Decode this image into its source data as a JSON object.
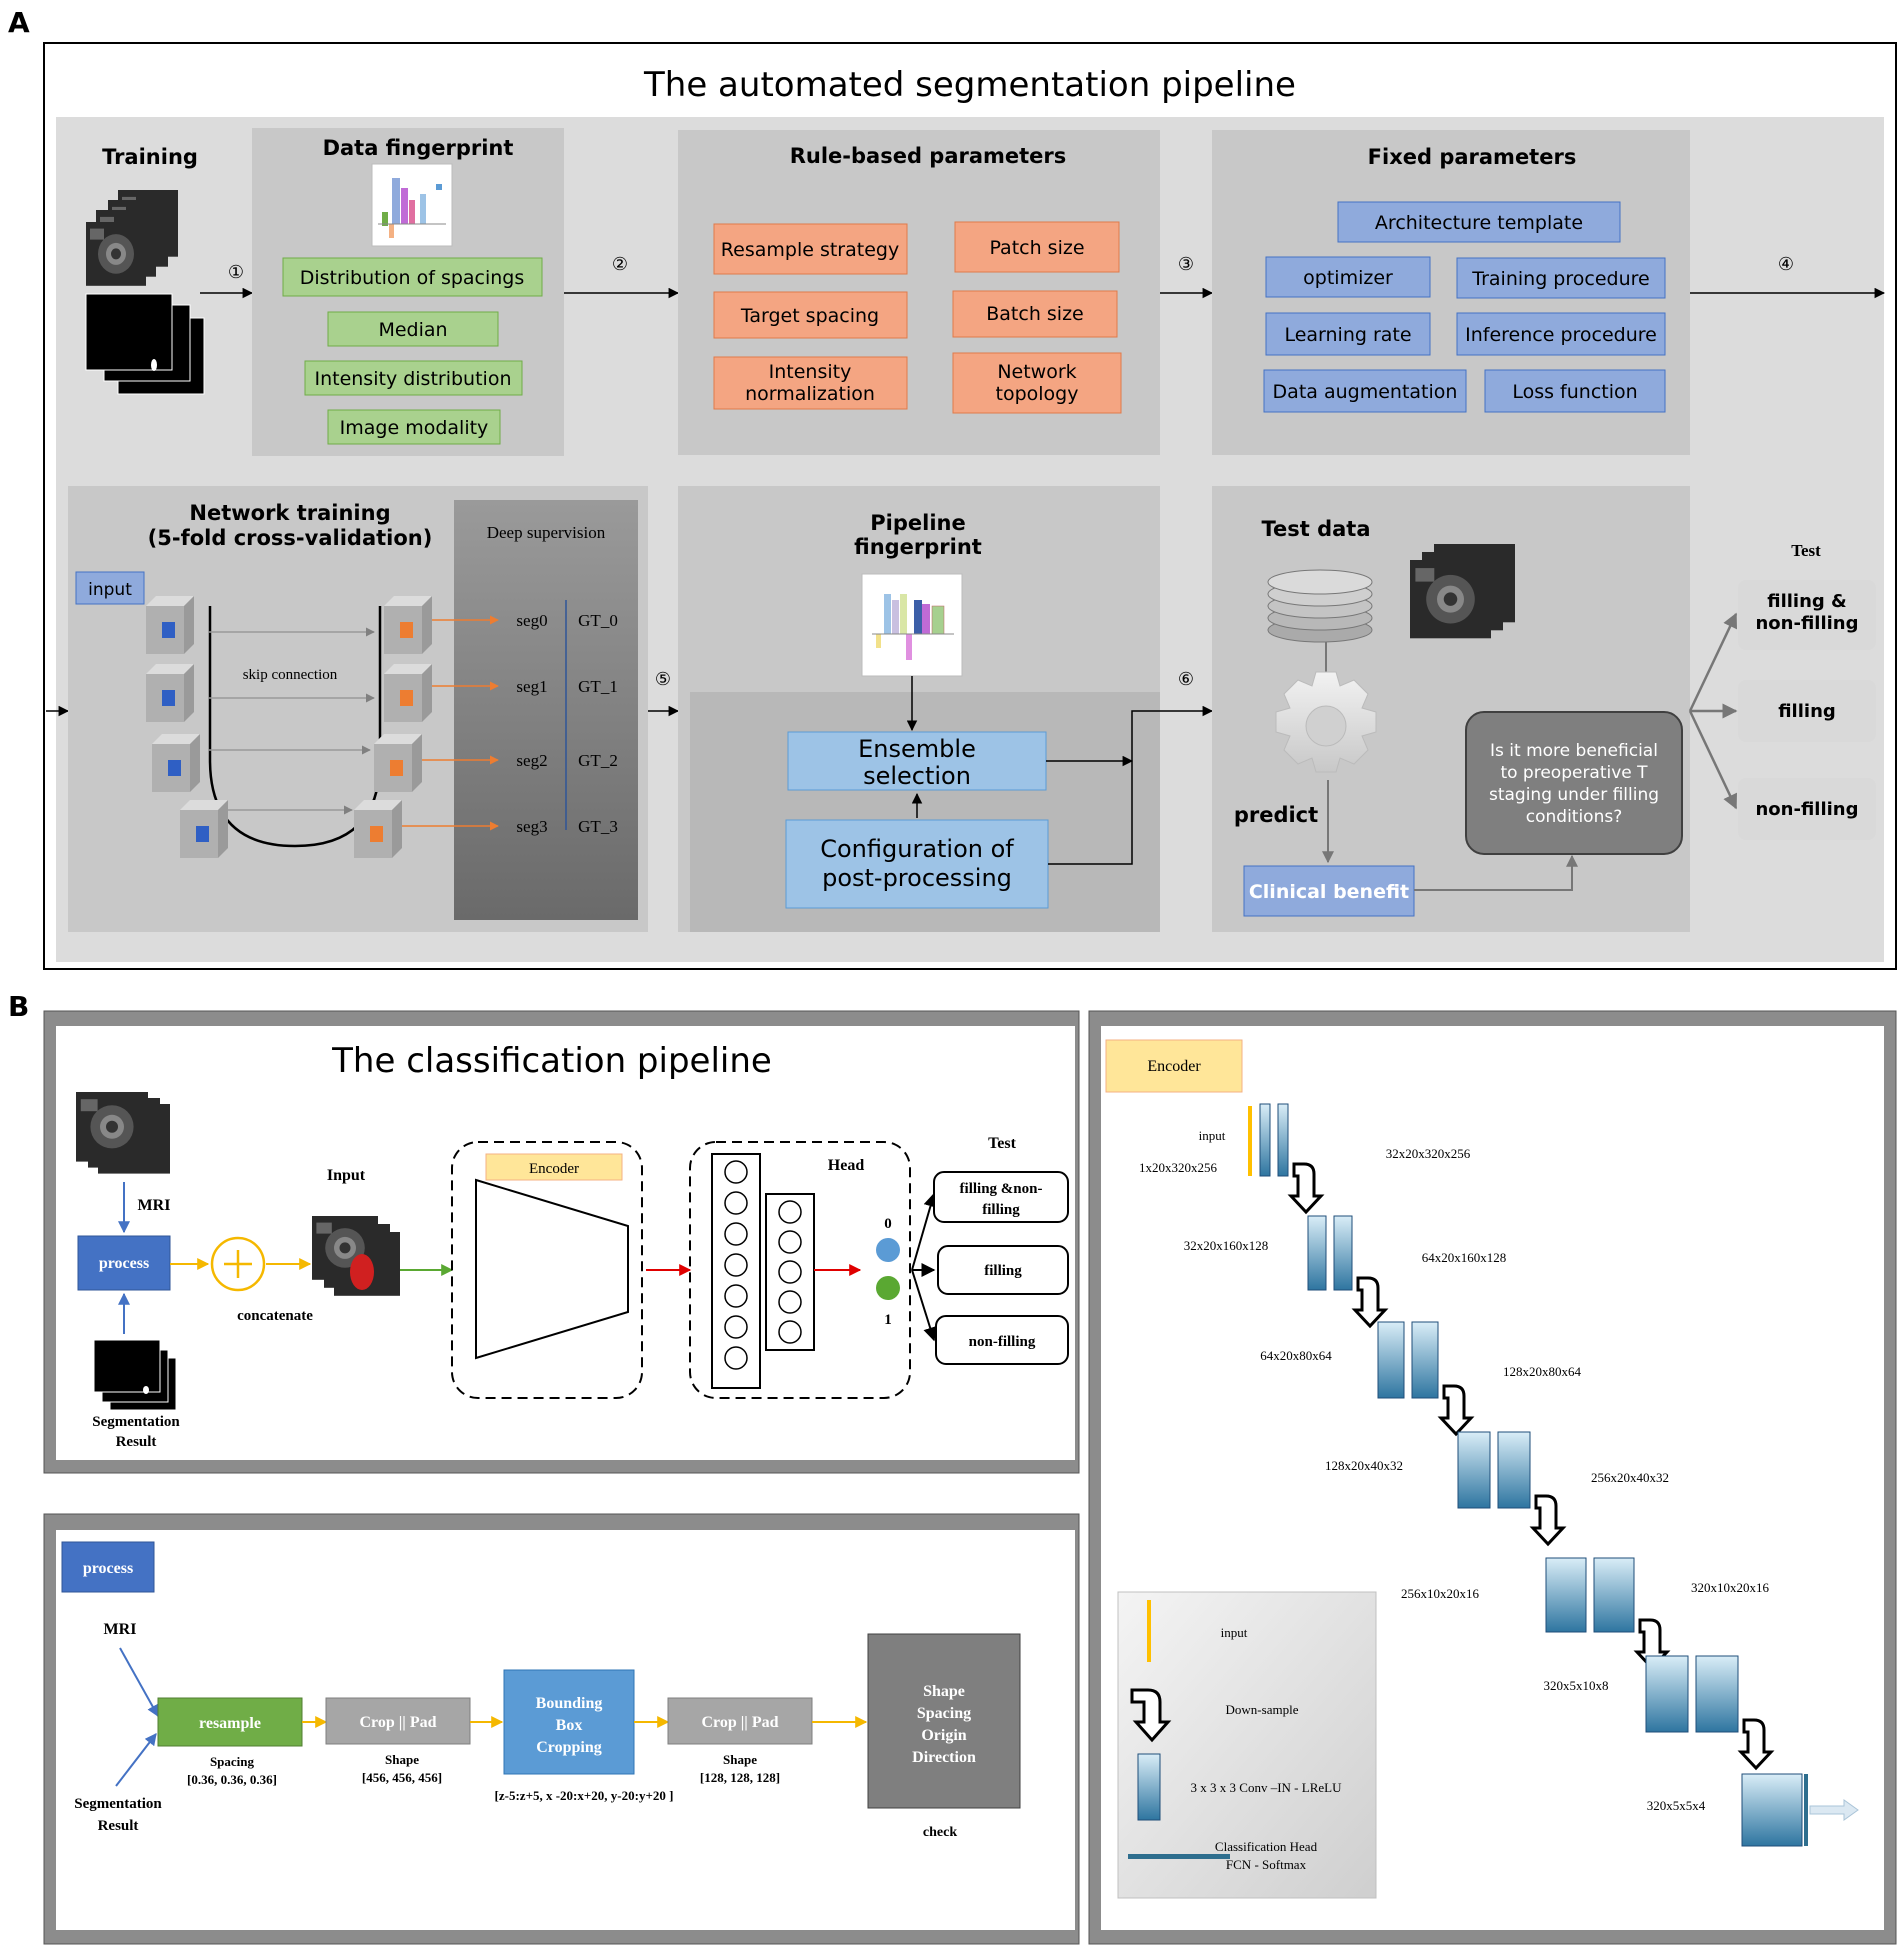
{
  "panel_labels": {
    "a": "A",
    "b": "B"
  },
  "segmentation": {
    "title": "The automated segmentation pipeline",
    "training_label": "Training",
    "data_fingerprint": {
      "title": "Data fingerprint",
      "items": [
        "Distribution of spacings",
        "Median",
        "Intensity distribution",
        "Image modality"
      ]
    },
    "rule_based": {
      "title": "Rule-based parameters",
      "left": [
        "Resample strategy",
        "Target spacing",
        "Intensity normalization"
      ],
      "right": [
        "Patch size",
        "Batch size",
        "Network topology"
      ],
      "multiline": {
        "intensity": [
          "Intensity",
          "normalization"
        ],
        "network": [
          "Network",
          "topology"
        ]
      }
    },
    "fixed": {
      "title": "Fixed parameters",
      "architecture": "Architecture template",
      "left": [
        "optimizer",
        "Learning rate",
        "Data augmentation"
      ],
      "right": [
        "Training procedure",
        "Inference procedure",
        "Loss function"
      ]
    },
    "steps": [
      "①",
      "②",
      "③",
      "④",
      "⑤",
      "⑥"
    ],
    "network_training": {
      "title_line1": "Network training",
      "title_line2": "(5-fold cross-validation)",
      "input": "input",
      "skip": "skip connection",
      "deep_supervision": "Deep supervision",
      "segs": [
        "seg0",
        "seg1",
        "seg2",
        "seg3"
      ],
      "gts": [
        "GT_0",
        "GT_1",
        "GT_2",
        "GT_3"
      ]
    },
    "pipeline_fingerprint": {
      "title_line1": "Pipeline",
      "title_line2": "fingerprint",
      "ensemble": [
        "Ensemble",
        "selection"
      ],
      "config": [
        "Configuration of",
        "post-processing"
      ]
    },
    "test_data": {
      "title": "Test data",
      "predict": "predict",
      "clinical": "Clinical benefit",
      "question": [
        "Is it more beneficial",
        "to preoperative T",
        "staging under filling",
        "conditions?"
      ],
      "test_label": "Test",
      "outputs": [
        [
          "filling &",
          "non-filling"
        ],
        [
          "filling"
        ],
        [
          "non-filling"
        ]
      ]
    }
  },
  "classification": {
    "title": "The classification pipeline",
    "mri": "MRI",
    "process": "process",
    "concatenate": "concatenate",
    "seg_result": [
      "Segmentation",
      "Result"
    ],
    "input": "Input",
    "encoder": "Encoder",
    "head": "Head",
    "test": "Test",
    "class0": "0",
    "class1": "1",
    "outputs": [
      [
        "filling &non-",
        "filling"
      ],
      [
        "filling"
      ],
      [
        "non-filling"
      ]
    ]
  },
  "process": {
    "label": "process",
    "mri": "MRI",
    "seg_result": [
      "Segmentation",
      "Result"
    ],
    "resample": "resample",
    "spacing_label": "Spacing",
    "spacing_value": "[0.36, 0.36, 0.36]",
    "crop1": "Crop || Pad",
    "shape1_label": "Shape",
    "shape1_value": "[456, 456, 456]",
    "bbox": [
      "Bounding",
      "Box",
      "Cropping"
    ],
    "bbox_range": "[z-5:z+5, x -20:x+20, y-20:y+20 ]",
    "crop2": "Crop || Pad",
    "shape2_label": "Shape",
    "shape2_value": "[128, 128, 128]",
    "check_box": [
      "Shape",
      "Spacing",
      "Origin",
      "Direction"
    ],
    "check": "check"
  },
  "encoder_panel": {
    "title": "Encoder",
    "input": "input",
    "dims": [
      "1x20x320x256",
      "32x20x320x256",
      "32x20x160x128",
      "64x20x160x128",
      "64x20x80x64",
      "128x20x80x64",
      "128x20x40x32",
      "256x20x40x32",
      "256x10x20x16",
      "320x10x20x16",
      "320x5x10x8",
      "320x5x5x4"
    ],
    "legend": {
      "input": "input",
      "down": "Down-sample",
      "conv": "3 x 3 x 3 Conv –IN - LReLU",
      "head": [
        "Classification  Head",
        "FCN - Softmax"
      ]
    }
  },
  "colors": {
    "green_box": "#a9d18e",
    "orange_box": "#f4a582",
    "blue_box": "#8faadc",
    "light_blue": "#9dc3e6",
    "panel_gray": "#d0d0d0",
    "process_blue": "#4472c4",
    "resample_green": "#70ad47",
    "bbox_blue": "#5b9bd5",
    "encoder_yellow": "#ffe699",
    "teal_block": "#2e75a0"
  }
}
